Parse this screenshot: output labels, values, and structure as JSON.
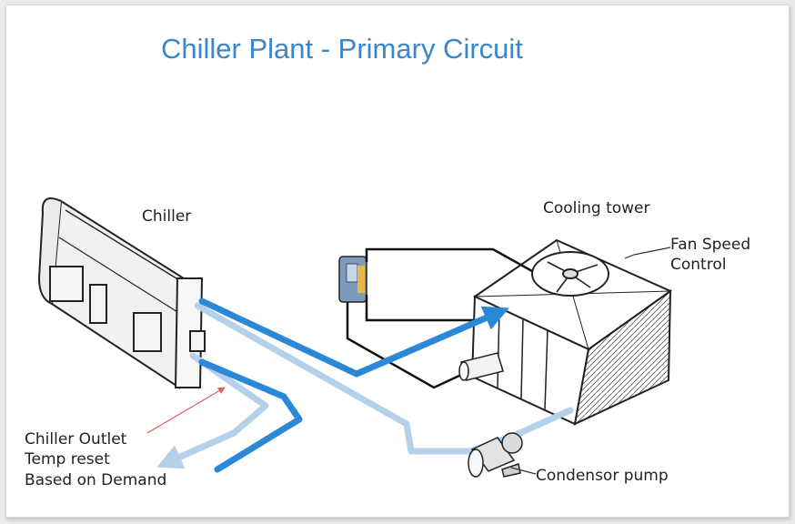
{
  "title": "Chiller Plant - Primary Circuit",
  "labels": {
    "chiller": "Chiller",
    "cooling_tower": "Cooling tower",
    "fan_speed_line1": "Fan Speed",
    "fan_speed_line2": "Control",
    "chiller_outlet_line1": "Chiller Outlet",
    "chiller_outlet_line2": "Temp reset",
    "chiller_outlet_line3": "Based on Demand",
    "condensor_pump": "Condensor pump"
  },
  "colors": {
    "title": "#3a86c8",
    "supply_pipe": "#2a88d6",
    "return_pipe": "#b4d0ea",
    "pointer_arrow": "#e06060",
    "control_wire": "#111111"
  }
}
